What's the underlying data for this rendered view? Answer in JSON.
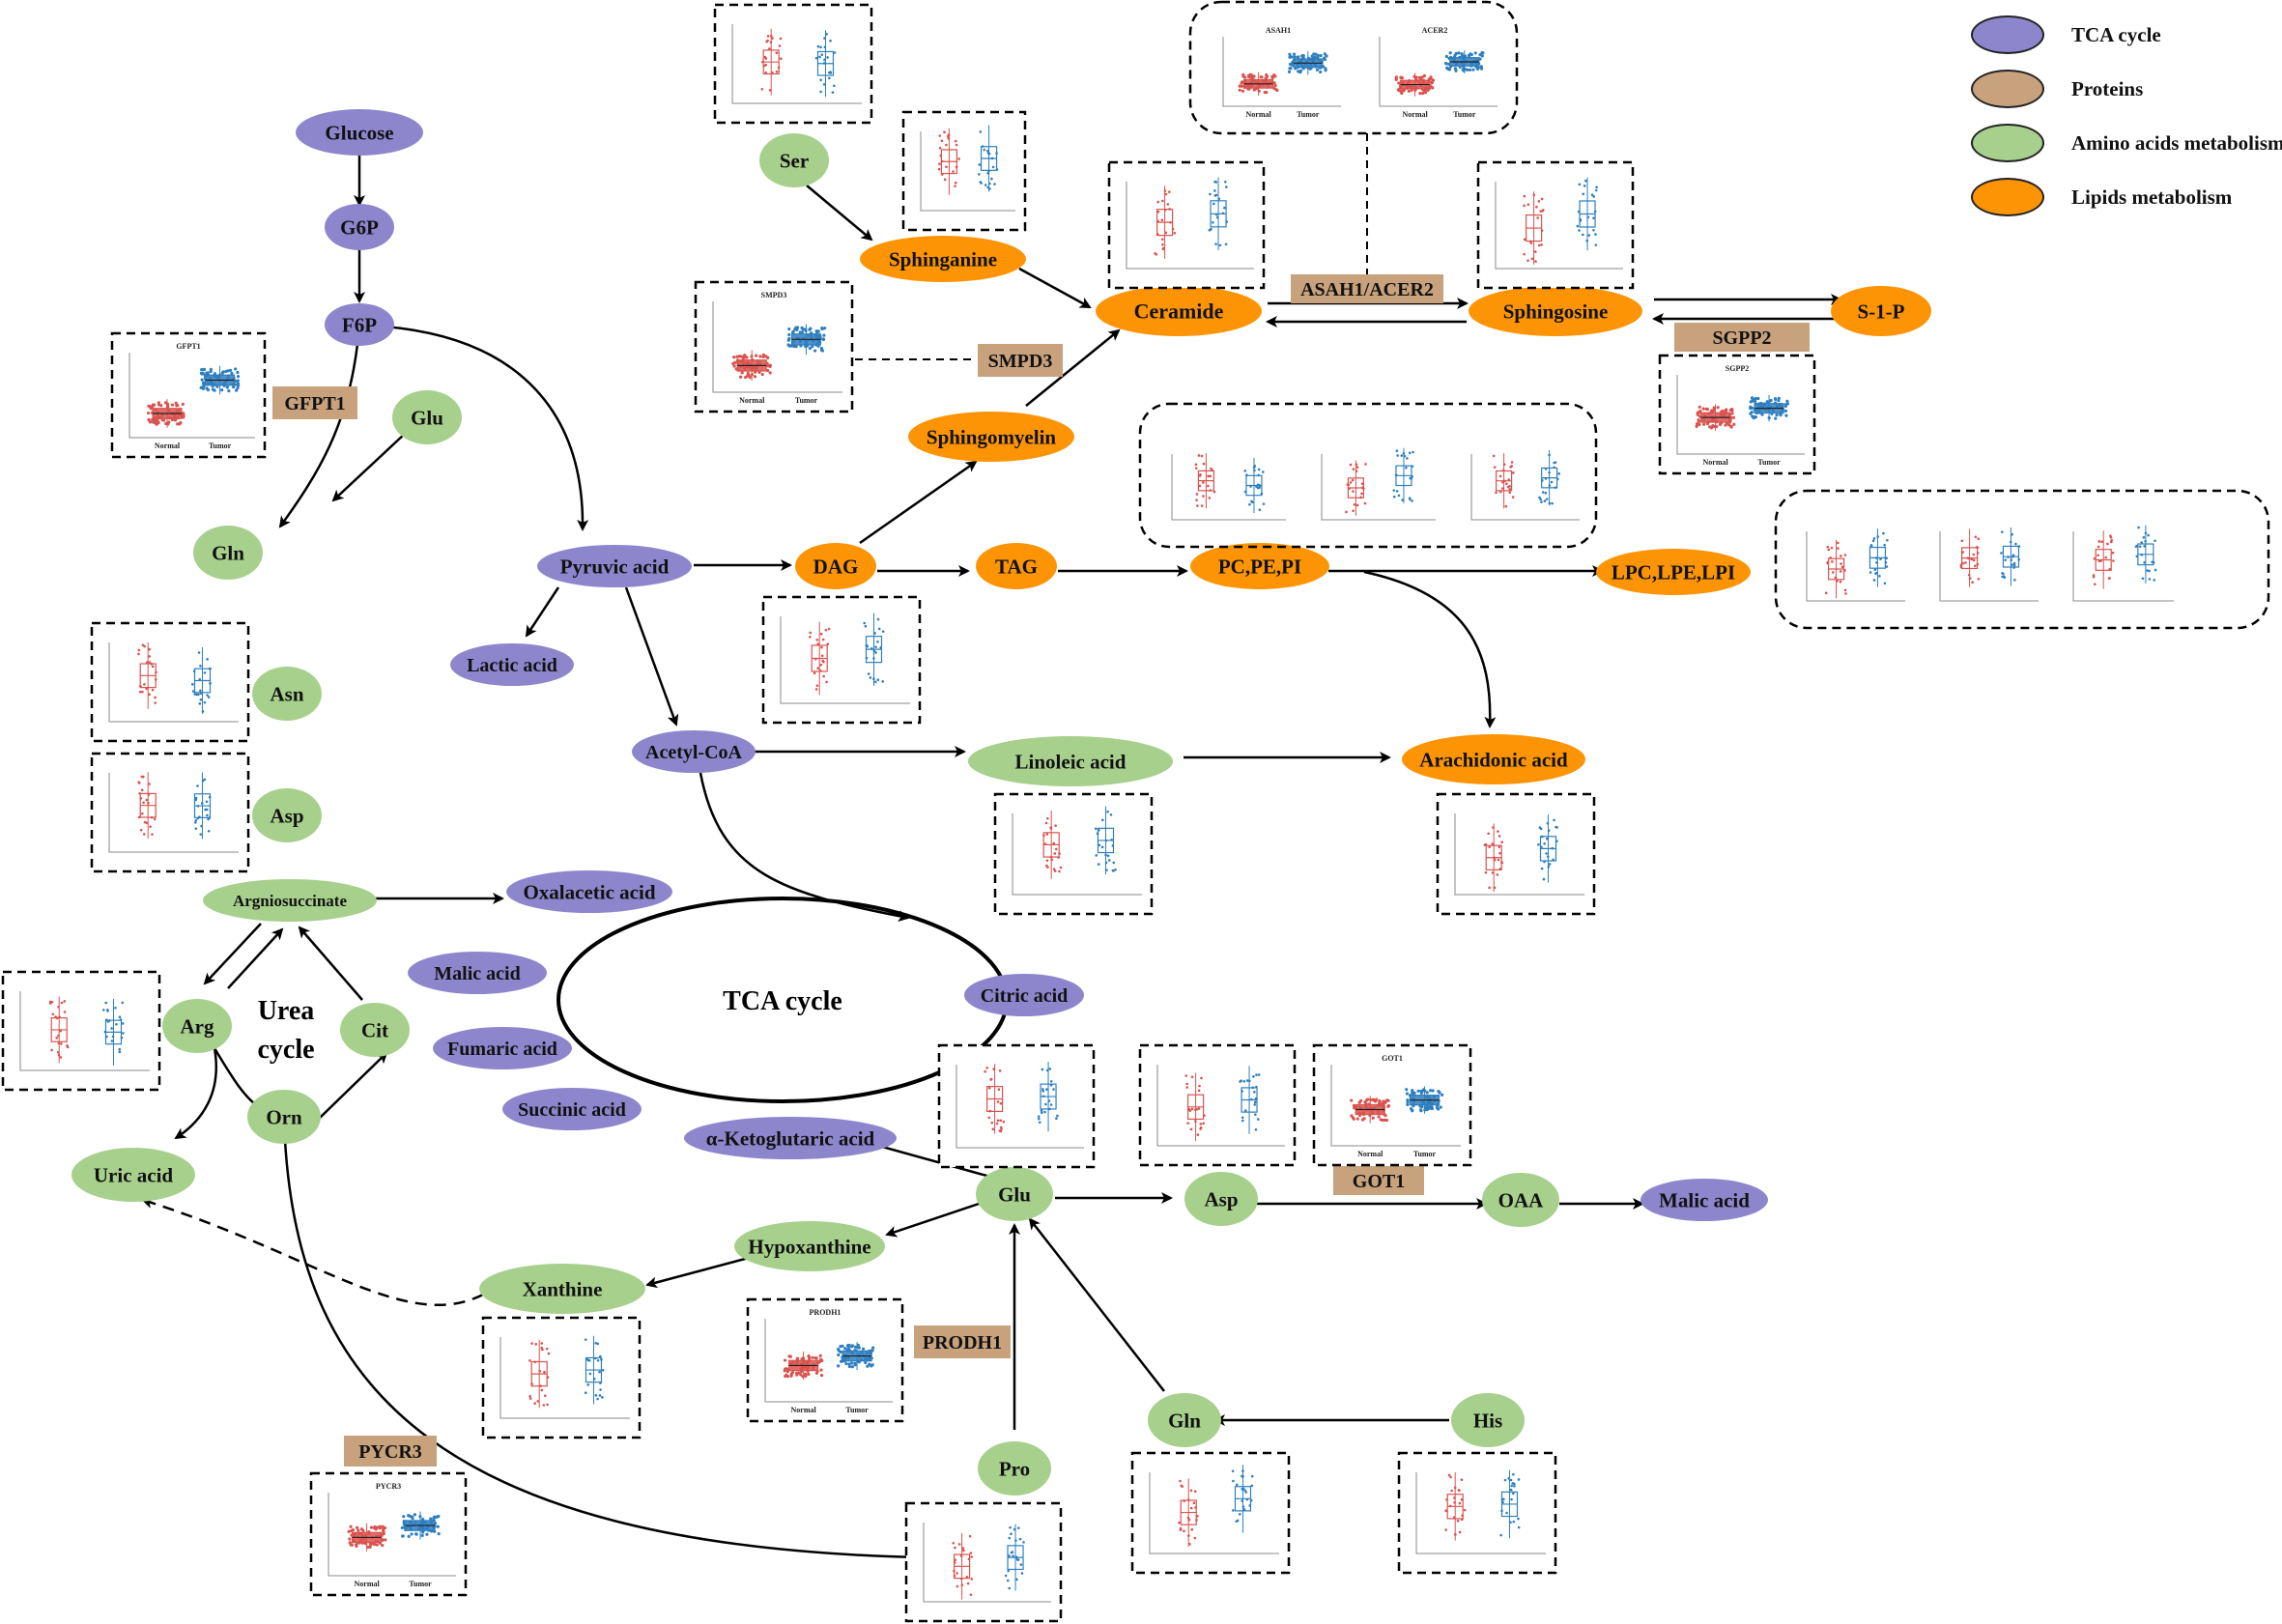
{
  "legend": {
    "tca": "TCA cycle",
    "proteins": "Proteins",
    "amino": "Amino acids metabolism",
    "lipids": "Lipids metabolism"
  },
  "colors": {
    "tca": "#8d86cc",
    "proteins": "#c8a27c",
    "amino": "#a8d08d",
    "lipids": "#fc9406"
  },
  "nodes": {
    "glucose": "Glucose",
    "g6p": "G6P",
    "f6p": "F6P",
    "glu_top": "Glu",
    "gln_top": "Gln",
    "pyruvic": "Pyruvic acid",
    "lactic": "Lactic acid",
    "acetyl": "Acetyl-CoA",
    "oxalacetic": "Oxalacetic acid",
    "malic_left": "Malic acid",
    "fumaric": "Fumaric acid",
    "succinic": "Succinic acid",
    "citric": "Citric acid",
    "akg": "α-Ketoglutaric acid",
    "malic_right": "Malic  acid",
    "asn": "Asn",
    "asp_left": "Asp",
    "argsucc": "Argniosuccinate",
    "arg": "Arg",
    "cit": "Cit",
    "orn": "Orn",
    "uric": "Uric acid",
    "ser": "Ser",
    "glu_mid": "Glu",
    "asp_right": "Asp",
    "oaa": "OAA",
    "hypox": "Hypoxanthine",
    "xanthine": "Xanthine",
    "gln_bottom": "Gln",
    "his": "His",
    "pro": "Pro",
    "linoleic": "Linoleic acid",
    "sphinganine": "Sphinganine",
    "ceramide": "Ceramide",
    "sphingosine": "Sphingosine",
    "s1p": "S-1-P",
    "sphingomyelin": "Sphingomyelin",
    "dag": "DAG",
    "tag": "TAG",
    "pcpepi": "PC,PE,PI",
    "lpc": "LPC,LPE,LPI",
    "arachidonic": "Arachidonic acid"
  },
  "proteins": {
    "gfpt1": "GFPT1",
    "smpd3": "SMPD3",
    "asah1": "ASAH1/ACER2",
    "sgpp2": "SGPP2",
    "got1": "GOT1",
    "prodh1": "PRODH1",
    "pycr3": "PYCR3"
  },
  "cycles": {
    "tca": "TCA  cycle",
    "urea_line1": "Urea",
    "urea_line2": "cycle"
  },
  "plot_labels": {
    "normal": "Normal",
    "tumor": "Tumor",
    "gfpt1": "GFPT1",
    "smpd3": "SMPD3",
    "asah1": "ASAH1",
    "acer2": "ACER2",
    "sgpp2": "SGPP2",
    "got1": "GOT1",
    "prodh1": "PRODH1",
    "pycr3": "PYCR3"
  }
}
